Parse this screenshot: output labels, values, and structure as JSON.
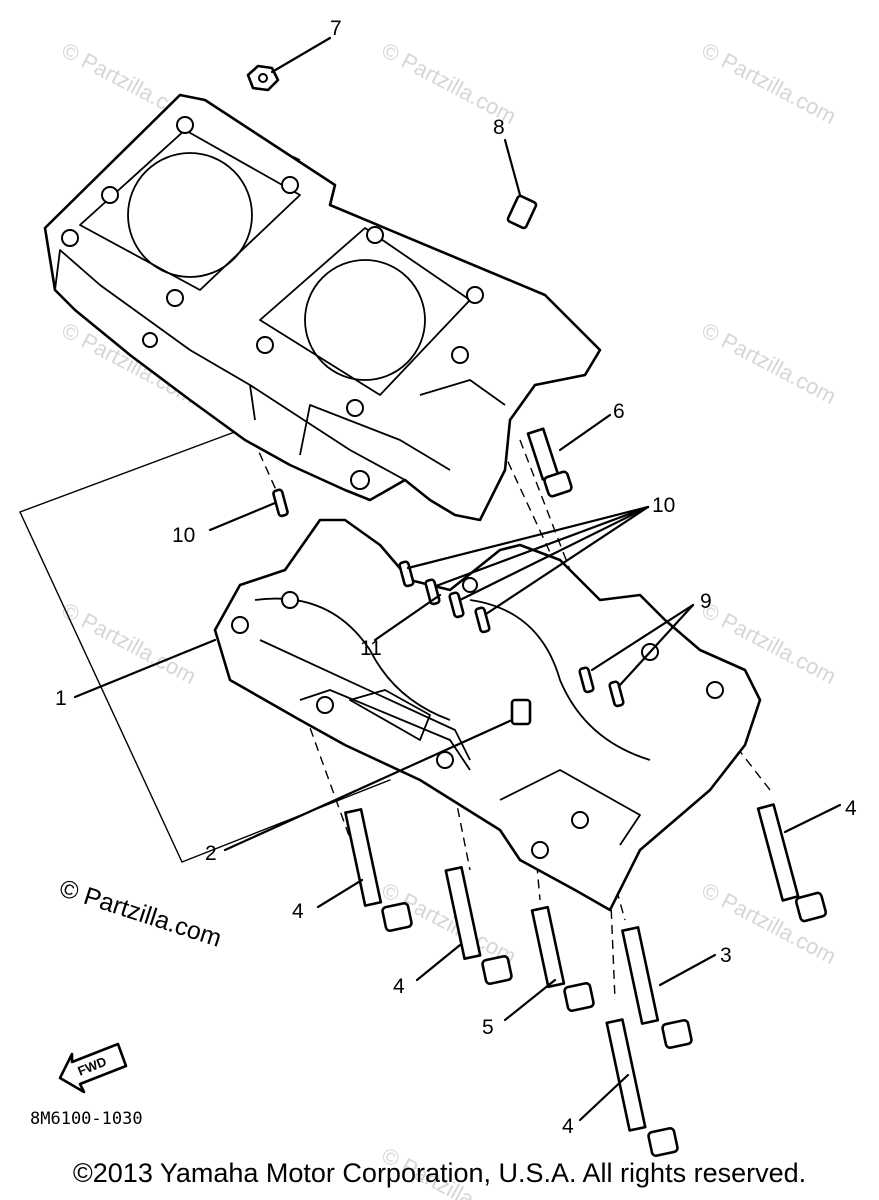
{
  "callouts": {
    "c1": "1",
    "c2": "2",
    "c3": "3",
    "c4a": "4",
    "c4b": "4",
    "c4c": "4",
    "c4d": "4",
    "c5": "5",
    "c6": "6",
    "c7": "7",
    "c8": "8",
    "c9": "9",
    "c10a": "10",
    "c10b": "10",
    "c11": "11"
  },
  "watermarks": [
    "© Partzilla.com"
  ],
  "partzilla_label": "© Partzilla.com",
  "fwd_label": "FWD",
  "drawing_code": "8M6100-1030",
  "copyright": "©2013 Yamaha Motor Corporation, U.S.A. All rights reserved."
}
